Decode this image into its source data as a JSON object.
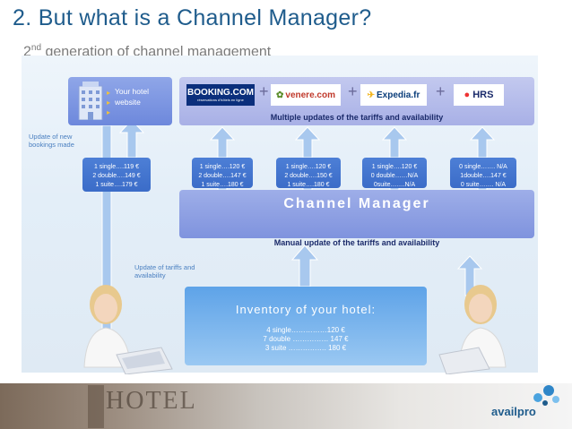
{
  "slide": {
    "title": "2.  But what is a Channel Manager?",
    "subtitle_prefix": "2",
    "subtitle_sup": "nd",
    "subtitle_rest": " generation of channel management"
  },
  "website": {
    "label": "Your hotel website"
  },
  "portals": {
    "logos": [
      "BOOKING.COM",
      "venere.com",
      "Expedia.fr",
      "HRS"
    ],
    "booking_tagline": "réservations d'hôtels en ligne",
    "label": "Multiple updates of the tariffs and availability"
  },
  "notes": {
    "bookings": "Update of new bookings made",
    "tariffs": "Update of tariffs and availability"
  },
  "rate_cards": [
    {
      "lines": [
        "1 single….119 €",
        "2 double….149 €",
        "1 suite….179 €"
      ]
    },
    {
      "lines": [
        "1 single….120 €",
        "2 double….147 €",
        "1 suite….180 €"
      ]
    },
    {
      "lines": [
        "1 single….120 €",
        "2 double….150 €",
        "1 suite….180 €"
      ]
    },
    {
      "lines": [
        "1 single….120 €",
        "0 double……N/A",
        "0suite…….N/A"
      ]
    },
    {
      "lines": [
        "0 single……. N/A",
        "1double….147 €",
        "0 suite……. N/A"
      ]
    }
  ],
  "channel_manager": {
    "title": "Channel Manager",
    "subtitle": "Manual update of the tariffs and availability"
  },
  "inventory": {
    "title": "Inventory of your hotel:",
    "lines": [
      "4 single……………120 €",
      "7 double …………… 147 €",
      "3 suite ……………. 180 €"
    ]
  },
  "footer": {
    "hotel_text": "HOTEL",
    "brand": "availpro"
  },
  "colors": {
    "accent": "#1f5c8c",
    "manager": "#7f93de",
    "portal": "#a8b0e6",
    "card": "#3b6cc8"
  }
}
